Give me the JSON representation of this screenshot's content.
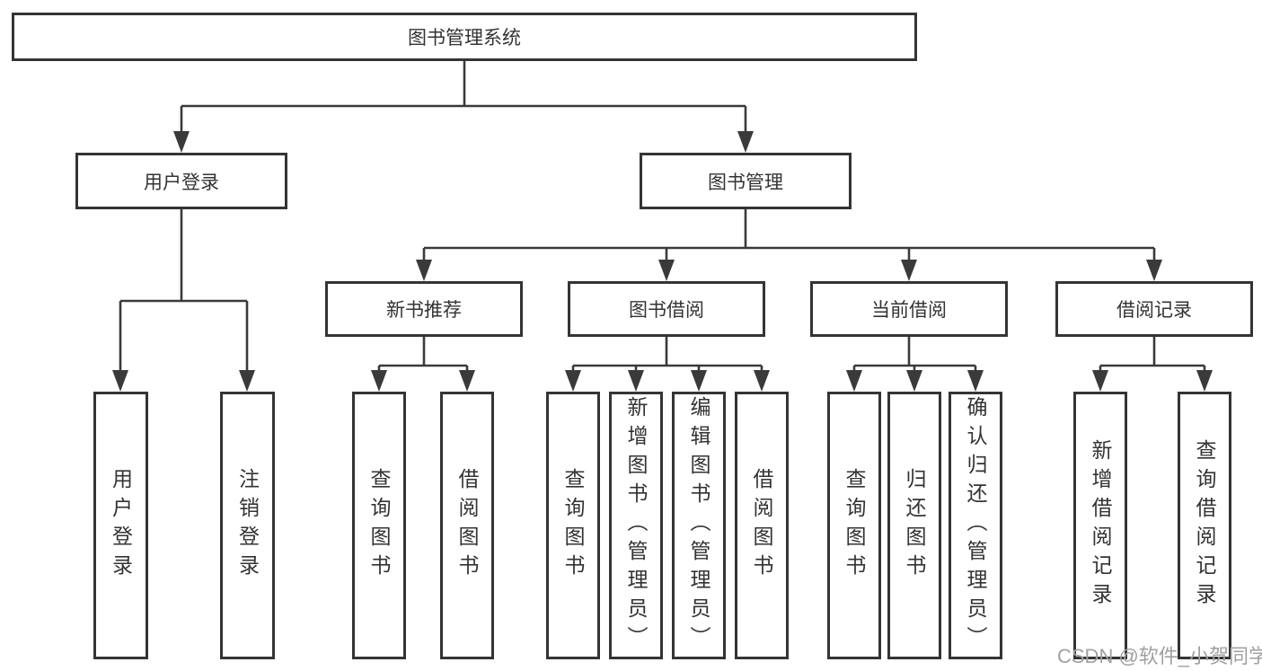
{
  "colors": {
    "line": "#3a3a3a",
    "border": "#343434",
    "text": "#333333",
    "watermark": "#a0a0a0",
    "bg": "#ffffff"
  },
  "diagram": {
    "root": {
      "label": "图书管理系统"
    },
    "level2": [
      {
        "label": "用户登录"
      },
      {
        "label": "图书管理"
      }
    ],
    "level3": [
      {
        "label": "新书推荐"
      },
      {
        "label": "图书借阅"
      },
      {
        "label": "当前借阅"
      },
      {
        "label": "借阅记录"
      }
    ],
    "leaves": [
      {
        "label": "用户登录"
      },
      {
        "label": "注销登录"
      },
      {
        "label": "查询图书"
      },
      {
        "label": "借阅图书"
      },
      {
        "label": "查询图书"
      },
      {
        "label": "新增图书（管理员）"
      },
      {
        "label": "编辑图书（管理员）"
      },
      {
        "label": "借阅图书"
      },
      {
        "label": "查询图书"
      },
      {
        "label": "归还图书"
      },
      {
        "label": "确认归还（管理员）"
      },
      {
        "label": "新增借阅记录"
      },
      {
        "label": "查询借阅记录"
      }
    ]
  },
  "watermark": {
    "text": "CSDN @软件_小贺同学"
  }
}
